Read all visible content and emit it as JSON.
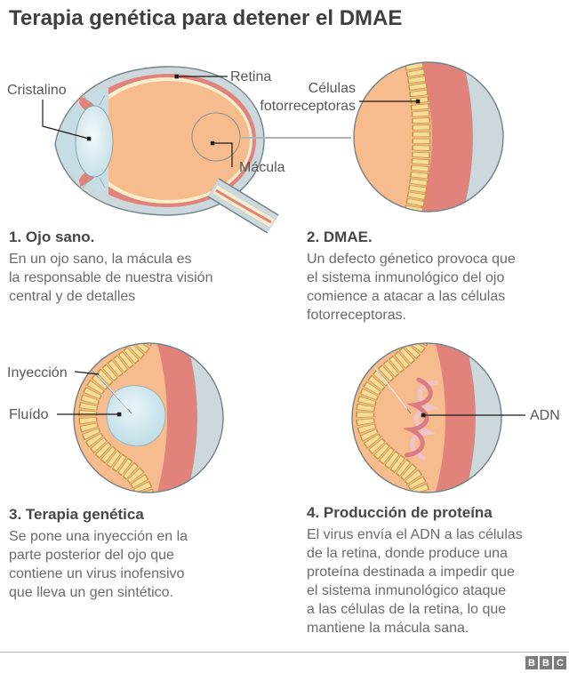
{
  "title": "Terapia genética para detener el DMAE",
  "eye_diagram": {
    "labels": {
      "cristalino": "Cristalino",
      "retina": "Retina",
      "macula": "Mácula"
    }
  },
  "magnified_view": {
    "label": "Células\nfotorreceptoras"
  },
  "injection_view": {
    "labels": {
      "inyeccion": "Inyección",
      "fluido": "Fluído"
    }
  },
  "dna_view": {
    "labels": {
      "adn": "ADN"
    }
  },
  "steps": [
    {
      "heading": "1. Ojo sano.",
      "body": "En un ojo sano, la mácula es\nla responsable de nuestra visión\ncentral y de detalles"
    },
    {
      "heading": "2. DMAE.",
      "body": "Un defecto génetico provoca que\nel sistema inmunológico del ojo\ncomience a atacar a las células\nfotorreceptoras."
    },
    {
      "heading": "3. Terapia genética",
      "body": "Se pone una inyección en la\nparte posterior del ojo que\ncontiene un virus inofensivo\nque lleva un gen sintético."
    },
    {
      "heading": "4. Producción de proteína",
      "body": "El virus envía el ADN a las células\nde la retina, donde produce una\nproteína destinada a impedir que\nel sistema inmunológico ataque\na las células de la retina, lo que\nmantiene la mácula sana."
    }
  ],
  "footer": {
    "logo": [
      "B",
      "B",
      "C"
    ]
  },
  "colors": {
    "orange": "#f6bc8e",
    "red_band": "#e1837b",
    "brick_fill": "#f8dd96",
    "brick_outline": "#c69544",
    "sclera": "#cdd8dc",
    "anterior": "#c6dde6",
    "lens": "#cfe3ea",
    "fluid": "#cfe4ed",
    "dna_dark": "#d97c84",
    "dna_light": "#f0c3ca",
    "outline": "#72828a",
    "line_gray": "#b3b3b3",
    "text_title": "#3f3f3f",
    "text_heading": "#474747",
    "text_label": "#585858",
    "text_body": "#6b6b6b",
    "logo_gray": "#7b7b7b"
  }
}
